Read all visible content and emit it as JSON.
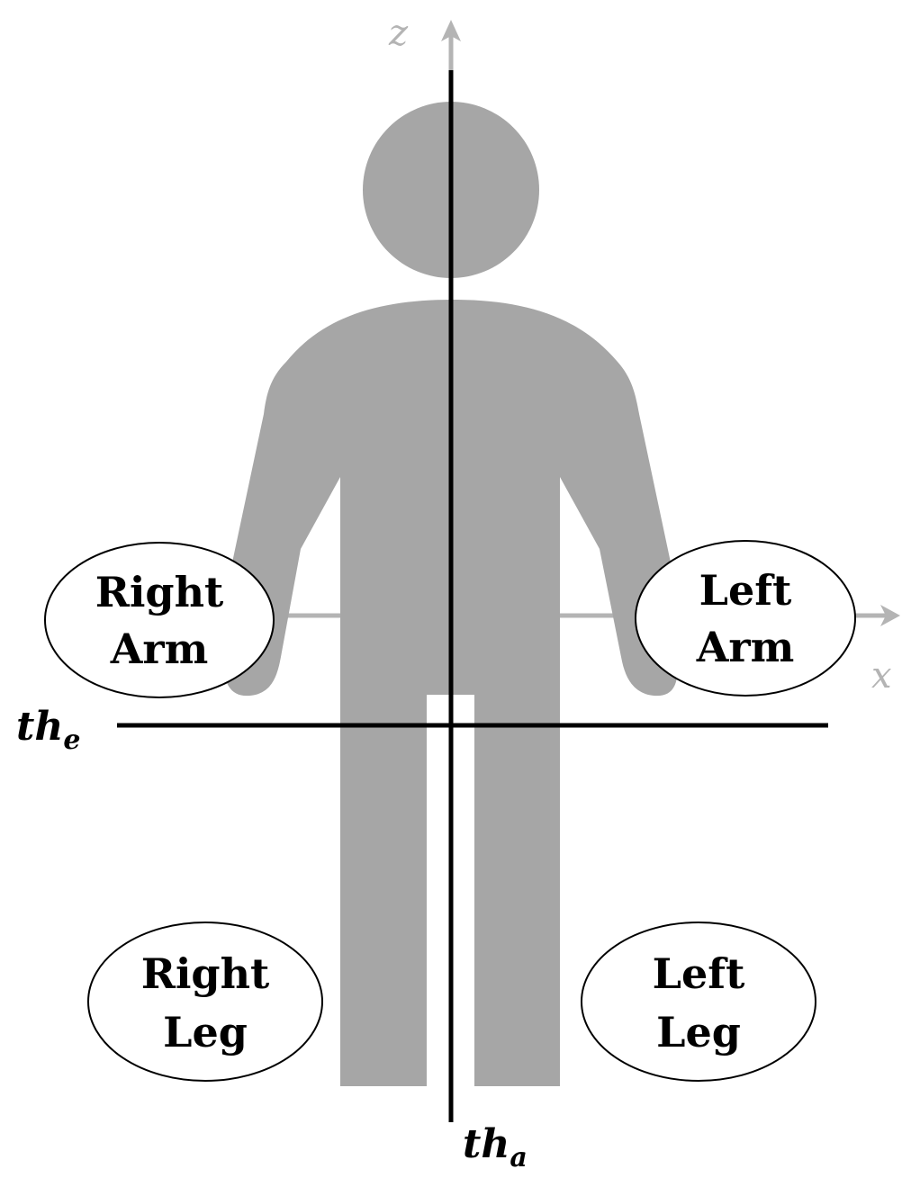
{
  "colors": {
    "figure": "#a6a6a6",
    "axis": "#b4b4b4",
    "threshold_line": "#000000",
    "ellipse_fill": "#ffffff",
    "ellipse_stroke": "#000000"
  },
  "axes": {
    "z_label": "z",
    "x_label": "x"
  },
  "thresholds": {
    "elevation": {
      "base": "th",
      "sub": "e"
    },
    "azimuth": {
      "base": "th",
      "sub": "a"
    }
  },
  "regions": {
    "right_arm": {
      "line1": "Right",
      "line2": "Arm"
    },
    "left_arm": {
      "line1": "Left",
      "line2": "Arm"
    },
    "right_leg": {
      "line1": "Right",
      "line2": "Leg"
    },
    "left_leg": {
      "line1": "Left",
      "line2": "Leg"
    }
  }
}
